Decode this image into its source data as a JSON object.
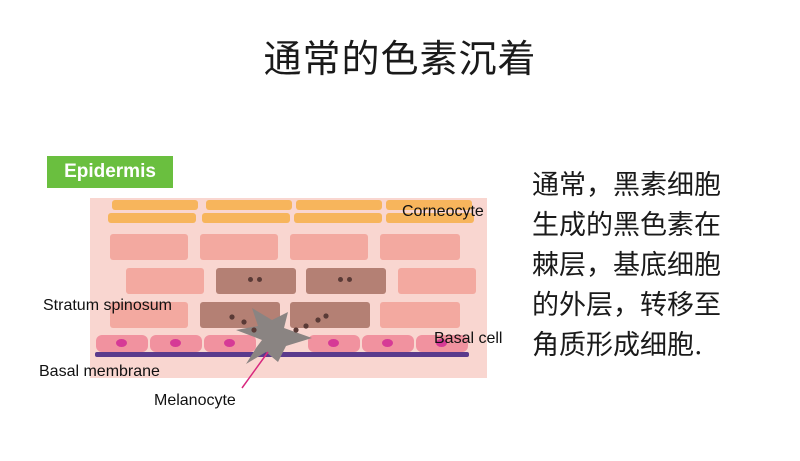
{
  "title": "通常的色素沉着",
  "diagram": {
    "epidermis_label": "Epidermis",
    "labels": {
      "corneocyte": "Corneocyte",
      "stratum_spinosum": "Stratum spinosum",
      "basal_cell": "Basal cell",
      "basal_membrane": "Basal membrane",
      "melanocyte": "Melanocyte"
    },
    "colors": {
      "epidermis_badge": "#6abf3f",
      "skin_background": "#f9d6d0",
      "corneocyte": "#f7b55c",
      "cell": "#f3a9a0",
      "melanin_cell": "#b48074",
      "basal_cell": "#f1929f",
      "nucleus": "#d63a96",
      "basal_membrane": "#5b3a8c",
      "melanocyte": "#8a8482",
      "pointer_line": "#d8287e"
    }
  },
  "description": {
    "lines": [
      "通常，黑素细胞",
      "生成的黑色素在",
      "棘层，基底细胞",
      "的外层，转移至",
      "角质形成细胞."
    ]
  }
}
